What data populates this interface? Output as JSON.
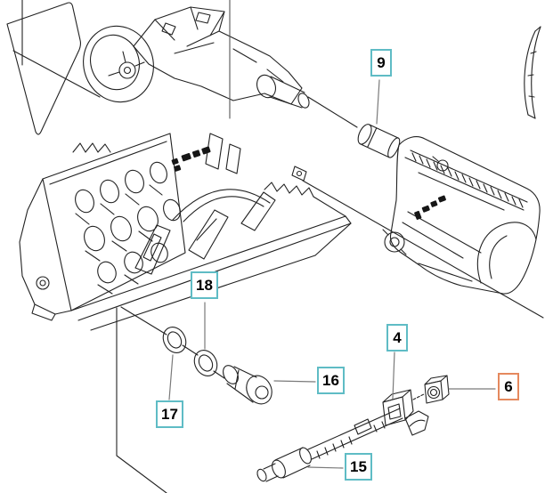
{
  "diagram": {
    "type": "exploded-parts-diagram",
    "background_color": "#ffffff",
    "line_color": "#222222",
    "leader_line_color": "#7a7a7a",
    "callout_border_color": "#5fbcc5",
    "callout_highlight_border_color": "#e5895e",
    "callout_text_color": "#000000",
    "callouts": [
      {
        "number": "9",
        "highlighted": false
      },
      {
        "number": "18",
        "highlighted": false
      },
      {
        "number": "17",
        "highlighted": false
      },
      {
        "number": "16",
        "highlighted": false
      },
      {
        "number": "15",
        "highlighted": false
      },
      {
        "number": "4",
        "highlighted": false
      },
      {
        "number": "6",
        "highlighted": true
      }
    ]
  }
}
